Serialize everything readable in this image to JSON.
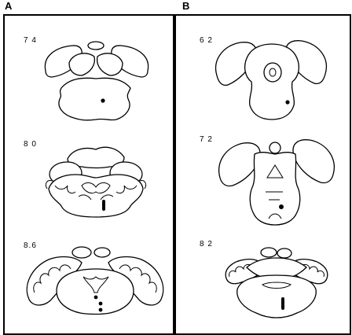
{
  "panels": [
    {
      "letter": "A",
      "sections": [
        "7 4",
        "8 0",
        "8.6"
      ]
    },
    {
      "letter": "B",
      "sections": [
        "6 2",
        "7 2",
        "8 2"
      ]
    }
  ]
}
